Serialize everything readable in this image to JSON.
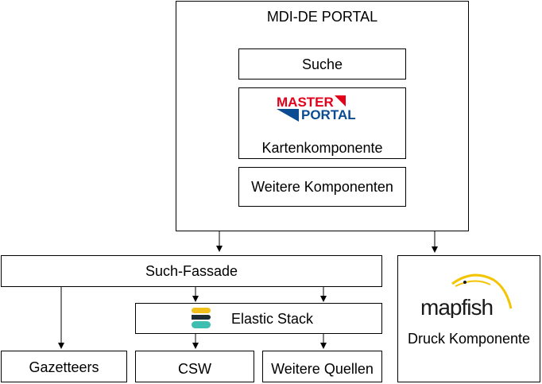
{
  "portal": {
    "title": "MDI-DE PORTAL",
    "suche": "Suche",
    "karten": "Kartenkomponente",
    "weitere_komponenten": "Weitere Komponenten",
    "logo_master": "MASTER",
    "logo_portal": "PORTAL"
  },
  "such_fassade": "Such-Fassade",
  "elastic_stack": "Elastic Stack",
  "gazetteers": "Gazetteers",
  "csw": "CSW",
  "weitere_quellen": "Weitere Quellen",
  "druck": {
    "logo": "mapfish",
    "label": "Druck Komponente"
  },
  "colors": {
    "master_red": "#e2001a",
    "portal_blue": "#0a4b91"
  },
  "icons": [
    "masterportal-logo",
    "elastic-logo",
    "mapfish-logo"
  ]
}
